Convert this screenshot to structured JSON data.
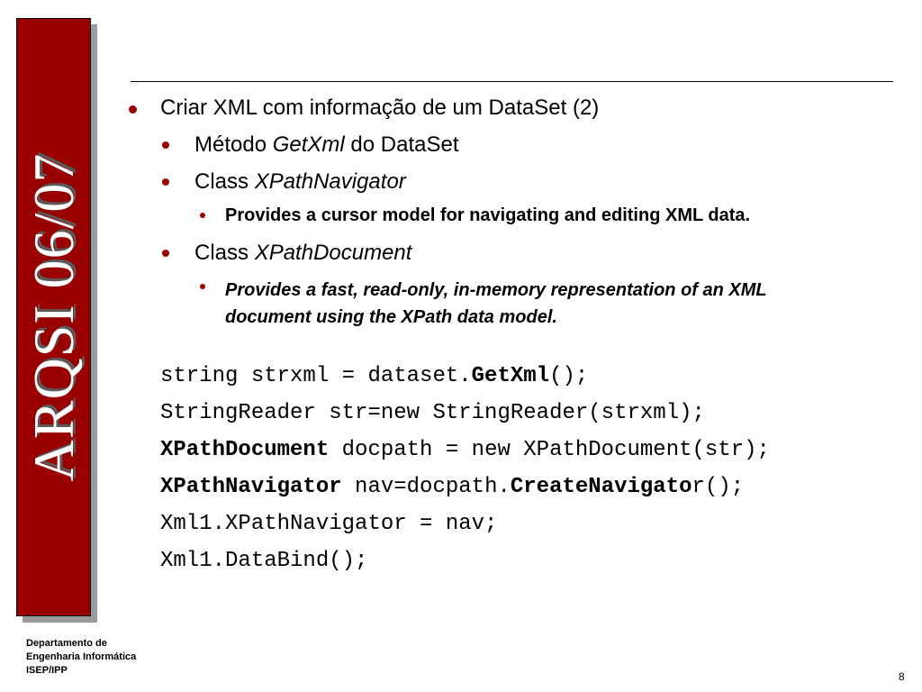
{
  "sidebar": {
    "title": "ARQSI 06/07"
  },
  "bullets": {
    "b1": "Criar XML com informação de um DataSet (2)",
    "b2_pre": "Método ",
    "b2_em": "GetXml",
    "b2_post": " do DataSet",
    "b3_pre": "Class ",
    "b3_em": "XPathNavigator",
    "b3_sub": "Provides a cursor model for navigating and editing XML data.",
    "b4_pre": " Class ",
    "b4_em": "XPathDocument",
    "b4_sub_line1": "Provides a fast, read-only, in-memory representation of an XML",
    "b4_sub_line2": "document using the XPath data model."
  },
  "code": {
    "line1_a": "string strxml = dataset.",
    "line1_b": "GetXml",
    "line1_c": "();",
    "line2": "StringReader str=new StringReader(strxml);",
    "line3_a": "XPathDocument",
    "line3_b": " docpath = new XPathDocument(str);",
    "line4_a": "XPathNavigator",
    "line4_b": " nav=docpath.",
    "line4_c": "CreateNavigato",
    "line4_d": "r();",
    "line5": "Xml1.XPathNavigator = nav;",
    "line6": "Xml1.DataBind();"
  },
  "footer": {
    "dept_line1": "Departamento de",
    "dept_line2": "Engenharia Informática",
    "dept_line3": "ISEP/IPP",
    "page_number": "8"
  },
  "colors": {
    "sidebar": "#990000",
    "bullet": "#990000",
    "shadow": "#9a9a9a"
  }
}
